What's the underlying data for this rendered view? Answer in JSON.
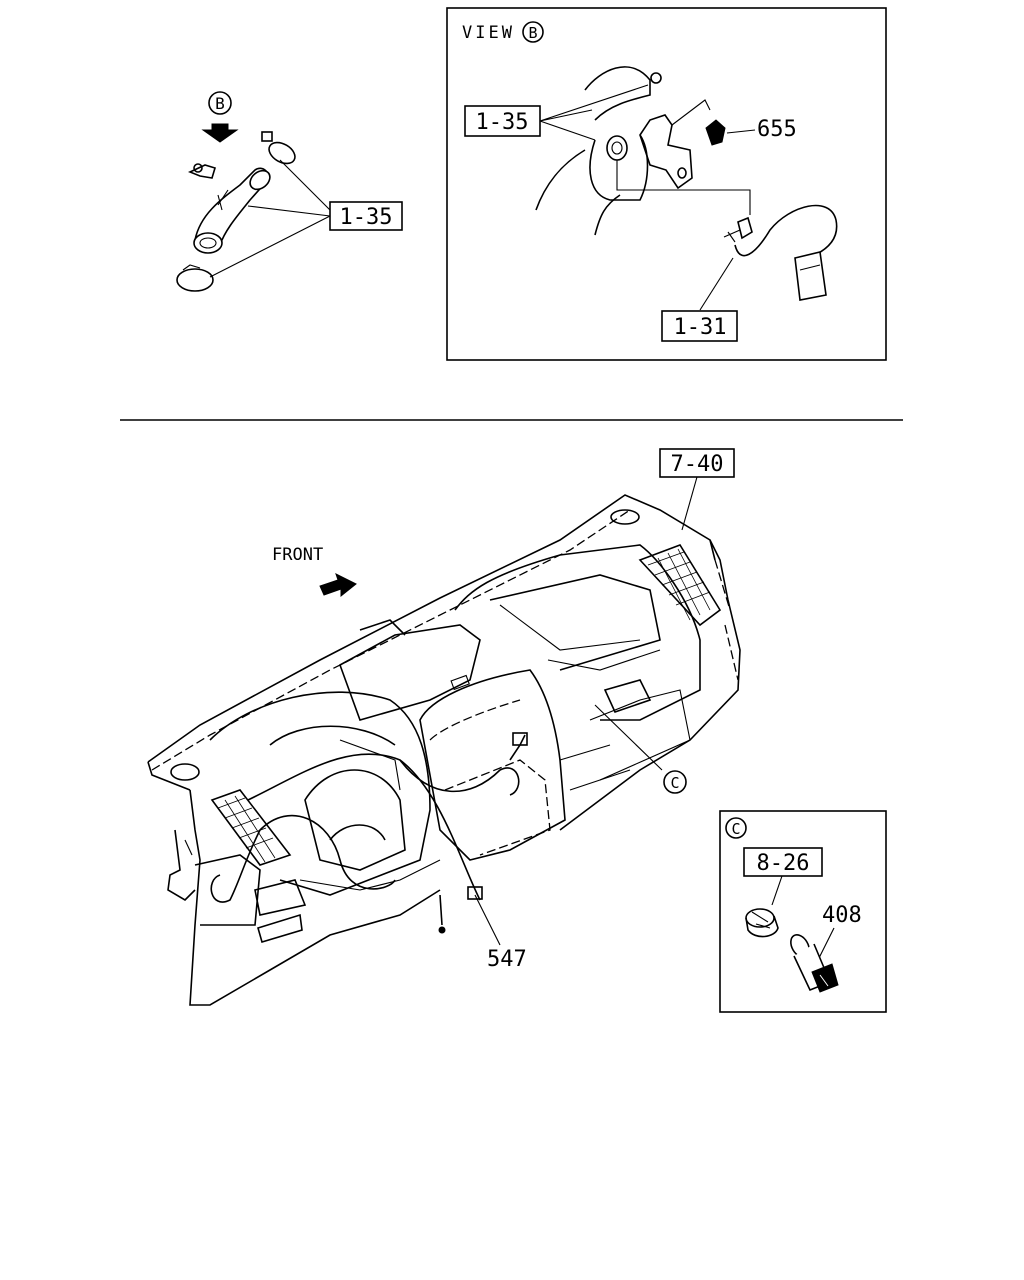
{
  "callouts": {
    "hose_clamp_upper": "1-35",
    "view_b_hose_clamp": "1-35",
    "view_b_part_655": "655",
    "view_b_sensor": "1-31",
    "dash_panel": "7-40",
    "harness_547": "547",
    "socket_8_26": "8-26",
    "part_408": "408"
  },
  "labels": {
    "view_b_marker": "B",
    "view_b_title": "VIEW",
    "view_b_title_marker": "B",
    "front": "FRONT",
    "detail_c_marker": "C",
    "detail_c_ref_marker": "C"
  }
}
